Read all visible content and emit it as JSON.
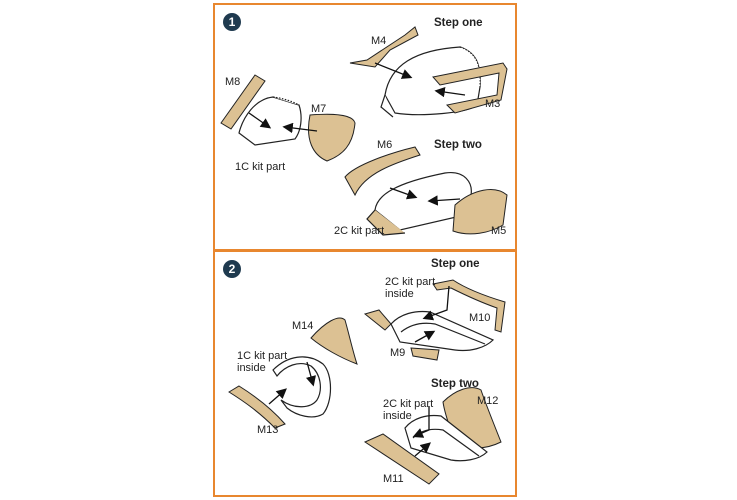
{
  "panels": [
    {
      "number": "1",
      "steps": [
        "Step one",
        "Step two"
      ],
      "labels": {
        "m4": "M4",
        "m3": "M3",
        "m8": "M8",
        "m7": "M7",
        "kit1c": "1C kit part",
        "m6": "M6",
        "kit2c": "2C kit part",
        "m5": "M5"
      }
    },
    {
      "number": "2",
      "steps": [
        "Step one",
        "Step two"
      ],
      "labels": {
        "kit2c_inside_a": "2C kit part\ninside",
        "m10": "M10",
        "m9": "M9",
        "m14": "M14",
        "kit1c_inside": "1C kit part\ninside",
        "m13": "M13",
        "kit2c_inside_b": "2C kit part\ninside",
        "m12": "M12",
        "m11": "M11"
      }
    }
  ],
  "colors": {
    "frame": "#e8872f",
    "badge": "#1f3a4f",
    "part_fill": "#dcc193",
    "part_stroke": "#222222"
  }
}
